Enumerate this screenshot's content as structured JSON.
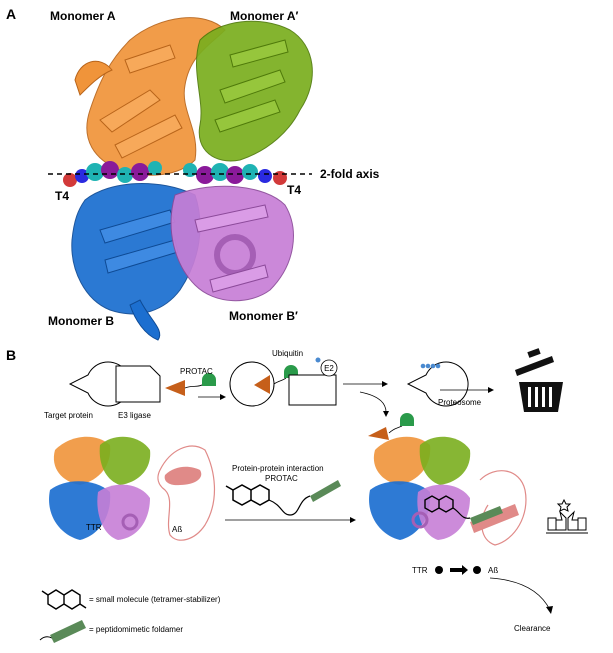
{
  "panel_a": {
    "label": "A",
    "monomer_a": "Monomer A",
    "monomer_a_prime": "Monomer A′",
    "monomer_b": "Monomer B",
    "monomer_b_prime": "Monomer B′",
    "axis_label": "2-fold axis",
    "t4_left": "T4",
    "t4_right": "T4"
  },
  "panel_b": {
    "label": "B",
    "target_protein": "Target protein",
    "e3_ligase": "E3 ligase",
    "protac": "PROTAC",
    "ubiquitin": "Ubiquitin",
    "e2": "E2",
    "proteosome": "Proteosome",
    "ppi_protac_line1": "Protein-protein interaction",
    "ppi_protac_line2": "PROTAC",
    "ttr_left": "TTR",
    "abeta_left": "Aß",
    "ttr_right": "TTR",
    "abeta_right": "Aß",
    "clearance": "Clearance",
    "legend_small_molecule": "= small molecule (tetramer-stabilizer)",
    "legend_peptidomimetic": "= peptidomimetic foldamer"
  },
  "colors": {
    "orange": "#f0943a",
    "green": "#7aae1e",
    "blue": "#1c6fd0",
    "violet": "#c77ed6",
    "pink": "#e08a88",
    "protac_green": "#2a9a4a",
    "protac_orange": "#c65f1a",
    "ubiquitin_dot": "#4a8ad0",
    "foldamer_green": "#5a8a58"
  }
}
